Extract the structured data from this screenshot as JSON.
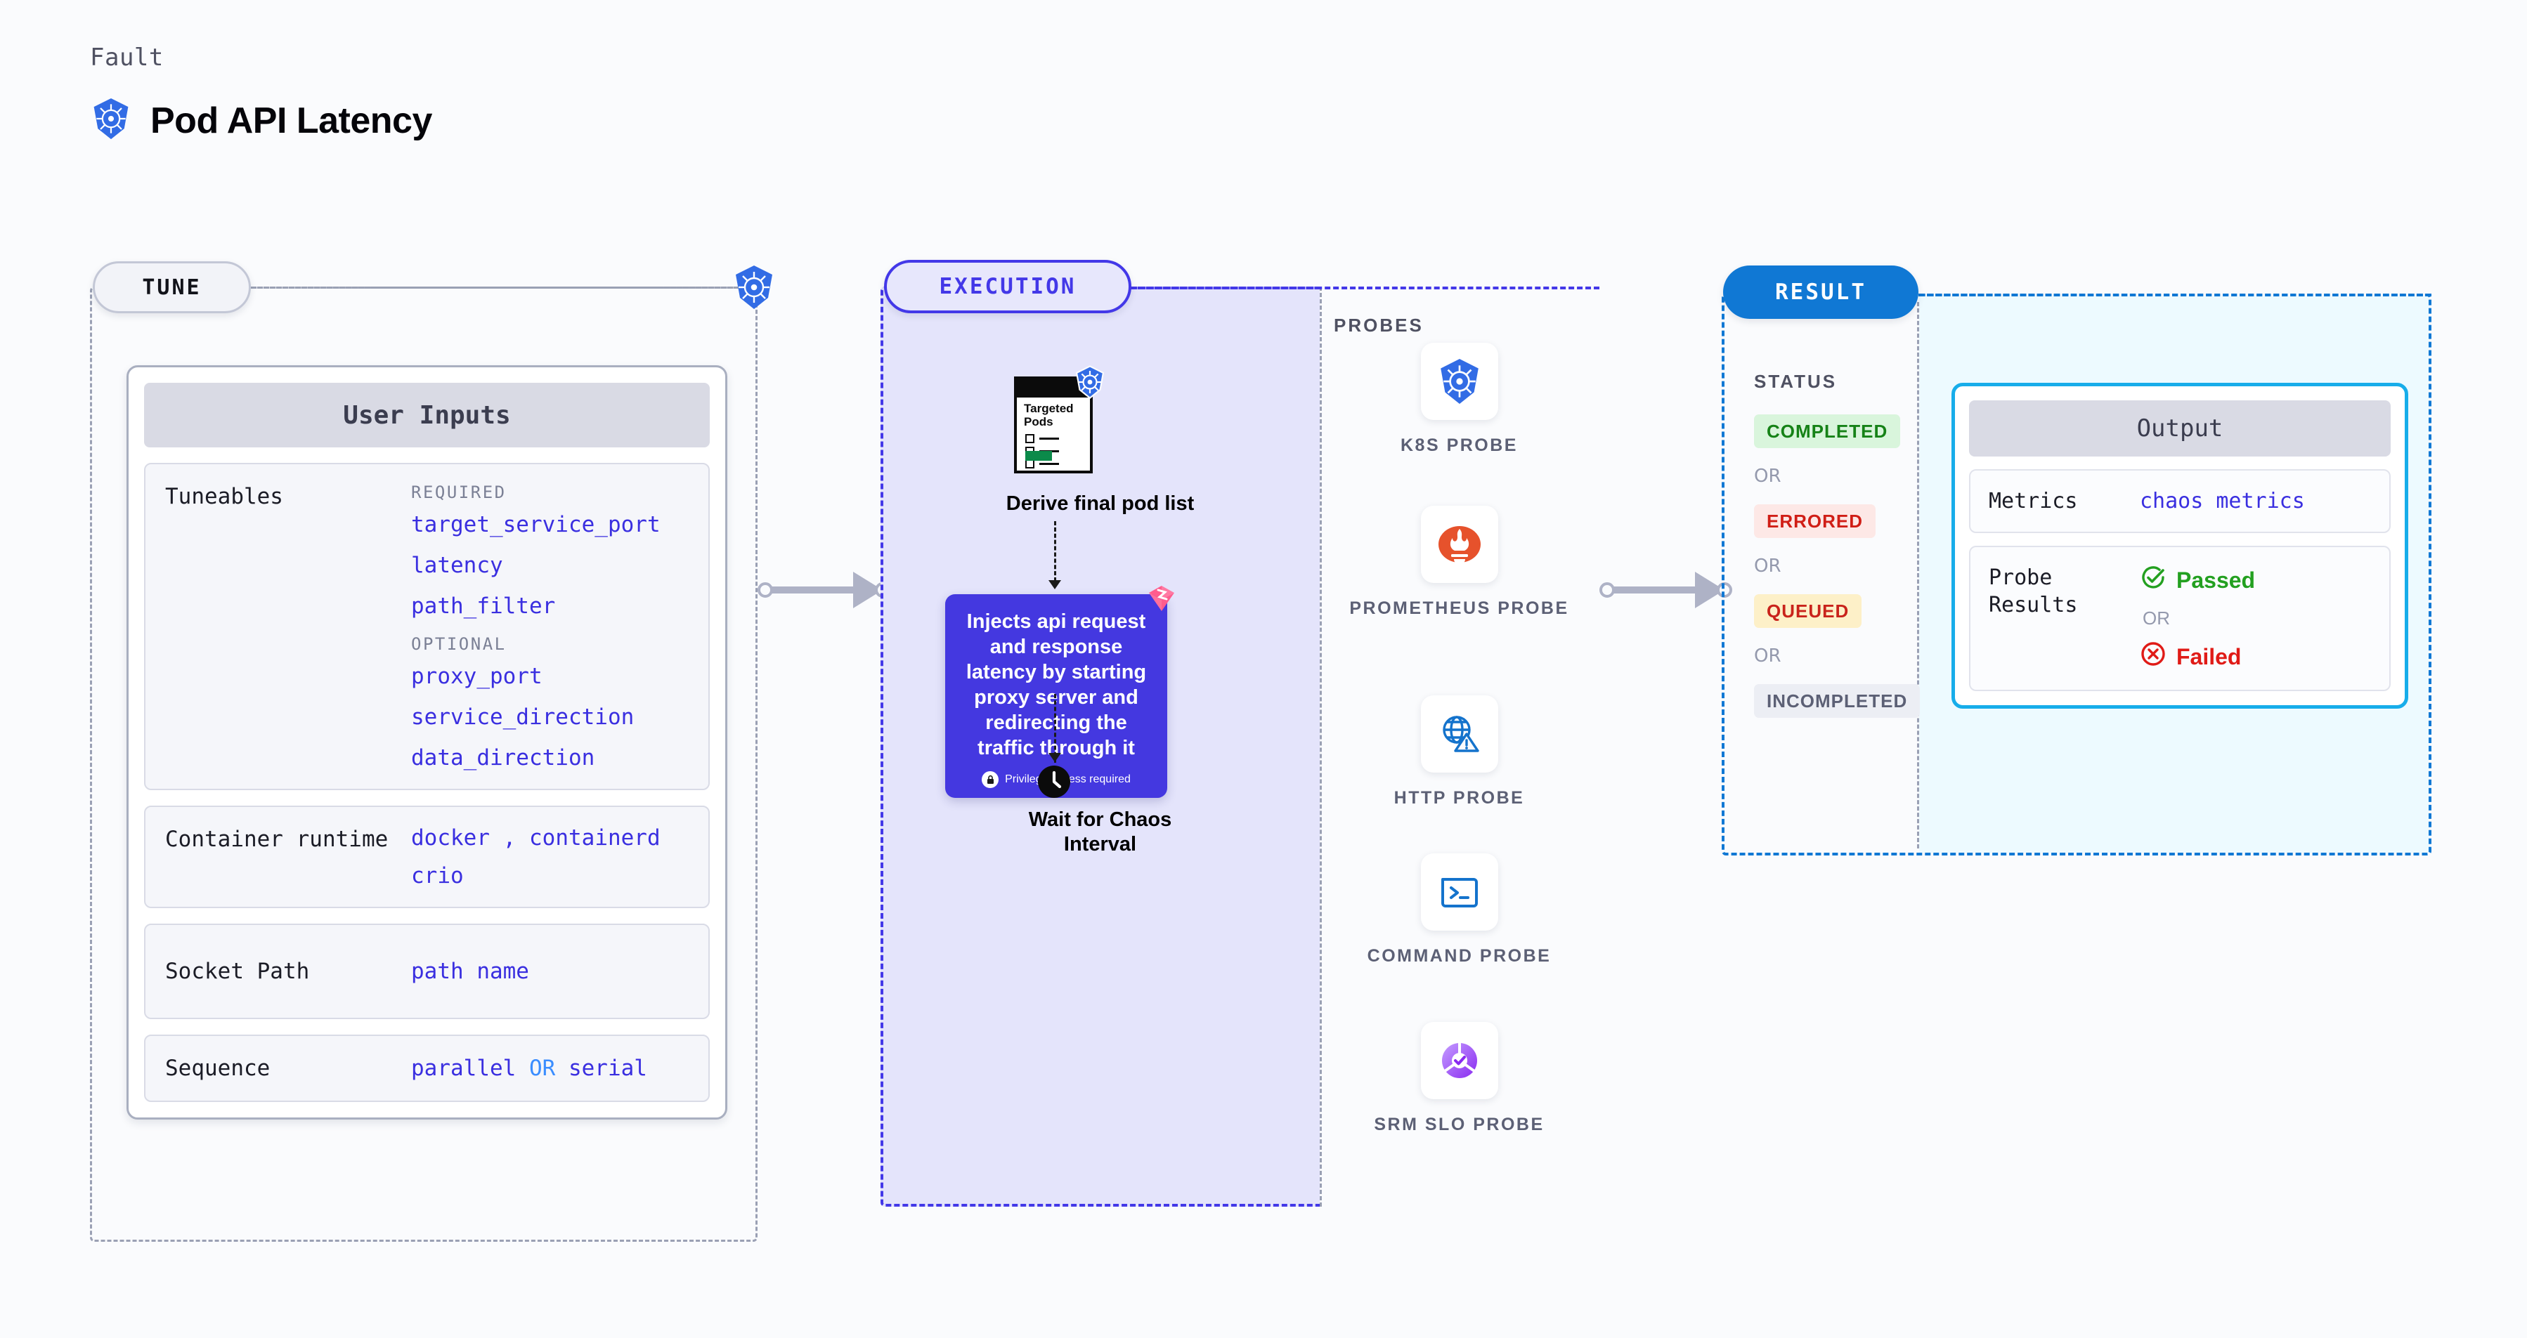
{
  "header": {
    "eyebrow": "Fault",
    "title": "Pod API Latency",
    "icon": "kubernetes-icon"
  },
  "tune": {
    "pill_label": "TUNE",
    "badge_icon": "kubernetes-icon",
    "card_title": "User Inputs",
    "sections": [
      {
        "label": "Tuneables",
        "groups": [
          {
            "title": "REQUIRED",
            "items": [
              "target_service_port",
              "latency",
              "path_filter"
            ]
          },
          {
            "title": "OPTIONAL",
            "items": [
              "proxy_port",
              "service_direction",
              "data_direction"
            ]
          }
        ]
      },
      {
        "label": "Container runtime",
        "values_line1": "docker",
        "separator": ",",
        "values_line1b": "containerd",
        "values_line2": "crio"
      },
      {
        "label": "Socket Path",
        "value": "path name"
      },
      {
        "label": "Sequence",
        "value_a": "parallel",
        "or": "OR",
        "value_b": "serial"
      }
    ]
  },
  "execution": {
    "pill_label": "EXECUTION",
    "pods_card": {
      "title_line1": "Targeted",
      "title_line2": "Pods",
      "badge_icon": "kubernetes-icon"
    },
    "pods_caption": "Derive final pod list",
    "inject_card": {
      "text": "Injects api request and response latency by starting proxy server and redirecting the traffic through it",
      "badge": "Privilege access required",
      "badge_icon": "lock-icon",
      "corner_icon": "harness-logo-icon",
      "color": "#4438e0"
    },
    "wait_caption_line1": "Wait for Chaos",
    "wait_caption_line2": "Interval",
    "wait_icon": "clock-icon",
    "probes_title": "PROBES",
    "probes": [
      {
        "label": "K8S PROBE",
        "icon": "kubernetes-icon"
      },
      {
        "label": "PROMETHEUS PROBE",
        "icon": "prometheus-icon"
      },
      {
        "label": "HTTP PROBE",
        "icon": "globe-warning-icon"
      },
      {
        "label": "COMMAND PROBE",
        "icon": "terminal-icon"
      },
      {
        "label": "SRM SLO PROBE",
        "icon": "srm-slo-icon"
      }
    ]
  },
  "result": {
    "pill_label": "RESULT",
    "status_title": "STATUS",
    "or_text": "OR",
    "statuses": [
      {
        "label": "COMPLETED",
        "bg": "#d9f5dc",
        "fg": "#168217"
      },
      {
        "label": "ERRORED",
        "bg": "#fde8e6",
        "fg": "#d01e16"
      },
      {
        "label": "QUEUED",
        "bg": "#fdf0c8",
        "fg": "#c9231b"
      },
      {
        "label": "INCOMPLETED",
        "bg": "#eceef4",
        "fg": "#5c6075"
      }
    ],
    "output": {
      "title": "Output",
      "metrics_label": "Metrics",
      "metrics_value": "chaos metrics",
      "probe_results_label": "Probe Results",
      "passed": "Passed",
      "failed": "Failed",
      "or": "OR",
      "passed_icon": "check-circle-icon",
      "failed_icon": "x-circle-icon"
    }
  }
}
